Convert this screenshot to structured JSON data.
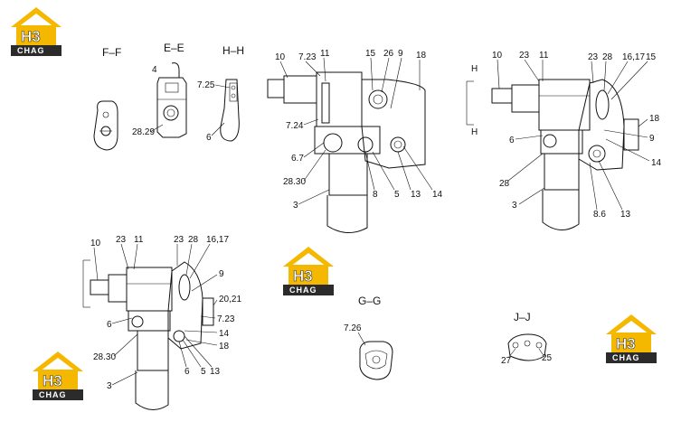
{
  "sections": {
    "ff": "F–F",
    "ee": "E–E",
    "hh": "H–H",
    "gg": "G–G",
    "jj": "J–J"
  },
  "view_markers": {
    "h_upper": "H",
    "h_lower": "H"
  },
  "callouts": {
    "ee_7_25": "7.25",
    "ee_28_29": "28.29",
    "ee_4": "4",
    "hh_6": "6",
    "v1_10": "10",
    "v1_7_23": "7.23",
    "v1_11": "11",
    "v1_15": "15",
    "v1_26": "26",
    "v1_9": "9",
    "v1_18": "18",
    "v1_7_24": "7.24",
    "v1_6_7": "6.7",
    "v1_28_30": "28.30",
    "v1_3": "3",
    "v1_8": "8",
    "v1_5": "5",
    "v1_13": "13",
    "v1_14": "14",
    "v2_10": "10",
    "v2_23a": "23",
    "v2_11": "11",
    "v2_23b": "23",
    "v2_28": "28",
    "v2_16_17": "16,17",
    "v2_15": "15",
    "v2_18": "18",
    "v2_9": "9",
    "v2_14": "14",
    "v2_6": "6",
    "v2_28b": "28",
    "v2_3": "3",
    "v2_8_6": "8.6",
    "v2_13": "13",
    "v3_10": "10",
    "v3_23a": "23",
    "v3_11": "11",
    "v3_23b": "23",
    "v3_28": "28",
    "v3_16_17": "16,17",
    "v3_9": "9",
    "v3_20_21": "20,21",
    "v3_7_23": "7.23",
    "v3_6": "6",
    "v3_14": "14",
    "v3_18": "18",
    "v3_28_30": "28.30",
    "v3_6b": "6",
    "v3_5": "5",
    "v3_13": "13",
    "v3_3": "3",
    "gg_7_26": "7.26",
    "jj_27": "27",
    "jj_25": "25"
  },
  "logo": {
    "letters": "H3",
    "word": "CHAG"
  },
  "colors": {
    "logo_accent": "#f5b800",
    "logo_dark": "#2b2b2b",
    "ink": "#111111"
  }
}
